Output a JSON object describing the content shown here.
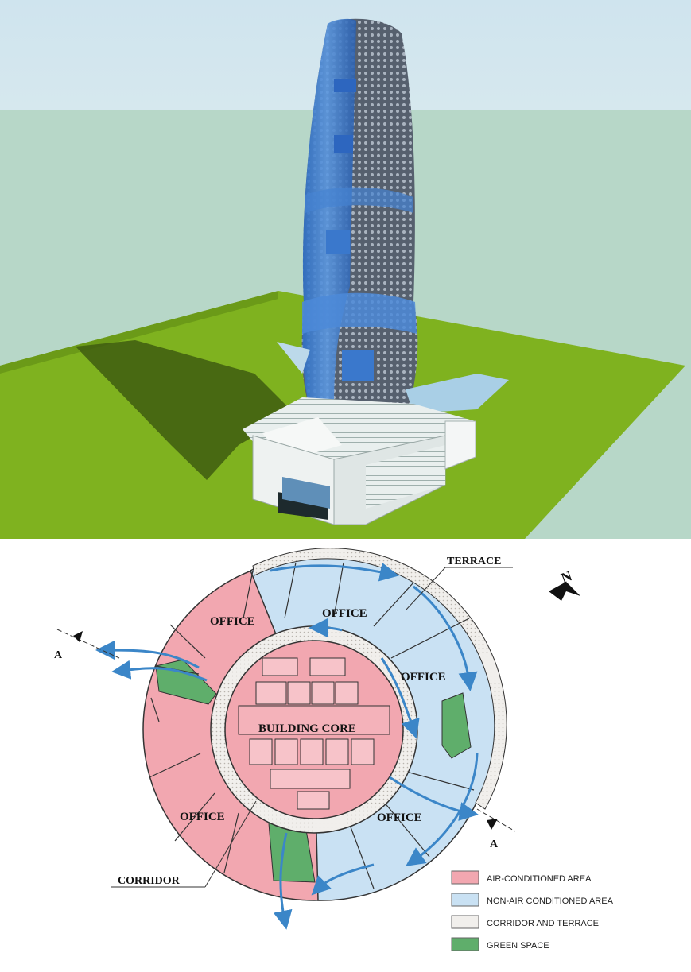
{
  "rendering": {
    "colors": {
      "sky": "#cfe3ec",
      "ground": "#b7d7c8",
      "grass": "#7fb21f",
      "glass": "#3f7fd0",
      "podium": "#eef2f1"
    }
  },
  "plan": {
    "labels": {
      "terrace": "TERRACE",
      "office_nw": "OFFICE",
      "office_n": "OFFICE",
      "office_e": "OFFICE",
      "office_se": "OFFICE",
      "office_sw": "OFFICE",
      "core": "BUILDING CORE",
      "corridor": "CORRIDOR",
      "section_mark_left": "A",
      "section_mark_right": "A",
      "north": "N"
    },
    "legend": [
      {
        "label": "AIR-CONDITIONED AREA",
        "color": "#f2a7b0"
      },
      {
        "label": "NON-AIR CONDITIONED AREA",
        "color": "#c9e1f3"
      },
      {
        "label": "CORRIDOR AND TERRACE",
        "color": "#f1efec"
      },
      {
        "label": "GREEN SPACE",
        "color": "#5fae6b"
      }
    ],
    "colors": {
      "air": "#f2a7b0",
      "nonair": "#c9e1f3",
      "corridor": "#f1efec",
      "green": "#5fae6b",
      "arrow": "#3b86c8"
    }
  }
}
